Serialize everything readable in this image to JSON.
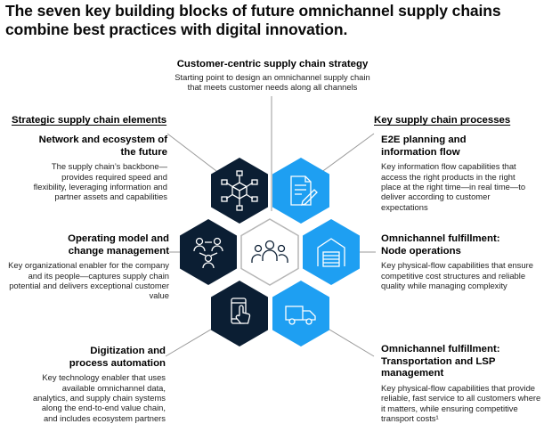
{
  "title": "The seven key building blocks of future omnichannel supply chains combine best practices with digital innovation.",
  "top": {
    "heading": "Customer-centric supply chain strategy",
    "description": "Starting point to design an omnichannel supply chain that meets customer needs along all channels"
  },
  "left_section": {
    "heading": "Strategic supply chain elements",
    "items": [
      {
        "title": "Network and ecosystem of the future",
        "description": "The supply chain’s backbone—provides required speed and flexibility, leveraging information and partner assets and capabilities",
        "icon": "network-cube-icon"
      },
      {
        "title": "Operating model and change management",
        "description": "Key organizational enabler for the company and its people—captures supply chain potential and delivers exceptional customer value",
        "icon": "people-network-icon"
      },
      {
        "title": "Digitization and process automation",
        "description": "Key technology enabler that uses available omnichannel data, analytics, and supply chain systems along the end-to-end value chain, and includes ecosystem partners",
        "icon": "phone-touch-icon"
      }
    ]
  },
  "right_section": {
    "heading": "Key supply chain processes",
    "items": [
      {
        "title": "E2E planning and information flow",
        "description": "Key information flow capabilities that access the right products in the right place at the right time—in real time—to deliver according to customer expectations",
        "icon": "document-pen-icon"
      },
      {
        "title": "Omnichannel fulfillment: Node operations",
        "description": "Key physical-flow capabilities that ensure competitive cost structures and reliable quality while managing complexity",
        "icon": "warehouse-icon"
      },
      {
        "title": "Omnichannel fulfillment: Transportation and LSP management",
        "description": "Key physical-flow capabilities that provide reliable, fast service to all customers where it matters, while ensuring competitive transport costs¹",
        "icon": "truck-icon"
      }
    ]
  },
  "center": {
    "icon": "customer-group-icon"
  },
  "colors": {
    "navy": "#0b1e33",
    "blue": "#1e9ff2",
    "outline": "#b5b5b5",
    "leader": "#9a9a9a"
  }
}
